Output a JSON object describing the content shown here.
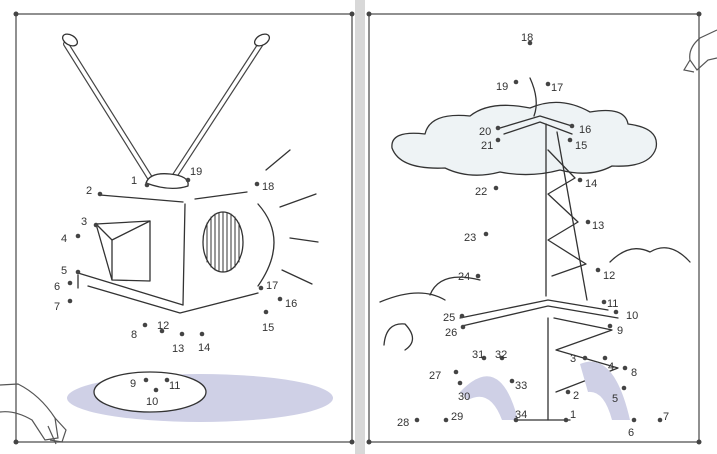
{
  "page_left": {
    "dots": [
      {
        "label": "1"
      },
      {
        "label": "2"
      },
      {
        "label": "3"
      },
      {
        "label": "4"
      },
      {
        "label": "5"
      },
      {
        "label": "6"
      },
      {
        "label": "7"
      },
      {
        "label": "8"
      },
      {
        "label": "9"
      },
      {
        "label": "10"
      },
      {
        "label": "11"
      },
      {
        "label": "12"
      },
      {
        "label": "13"
      },
      {
        "label": "14"
      },
      {
        "label": "15"
      },
      {
        "label": "16"
      },
      {
        "label": "17"
      },
      {
        "label": "18"
      },
      {
        "label": "19"
      }
    ]
  },
  "page_right": {
    "dots": [
      {
        "label": "1"
      },
      {
        "label": "2"
      },
      {
        "label": "3"
      },
      {
        "label": "4"
      },
      {
        "label": "5"
      },
      {
        "label": "6"
      },
      {
        "label": "7"
      },
      {
        "label": "8"
      },
      {
        "label": "9"
      },
      {
        "label": "10"
      },
      {
        "label": "11"
      },
      {
        "label": "12"
      },
      {
        "label": "13"
      },
      {
        "label": "14"
      },
      {
        "label": "15"
      },
      {
        "label": "16"
      },
      {
        "label": "17"
      },
      {
        "label": "18"
      },
      {
        "label": "19"
      },
      {
        "label": "20"
      },
      {
        "label": "21"
      },
      {
        "label": "22"
      },
      {
        "label": "23"
      },
      {
        "label": "24"
      },
      {
        "label": "25"
      },
      {
        "label": "26"
      },
      {
        "label": "27"
      },
      {
        "label": "28"
      },
      {
        "label": "29"
      },
      {
        "label": "30"
      },
      {
        "label": "31"
      },
      {
        "label": "32"
      },
      {
        "label": "33"
      },
      {
        "label": "34"
      }
    ]
  },
  "colors": {
    "line": "#333333",
    "dot": "#444444",
    "shadow": "#cfd0e6",
    "cloud_fill": "#eef3f5",
    "spine": "#bdbdbd"
  },
  "icons": [
    "pencil-hand-icon-left",
    "pencil-hand-icon-right"
  ]
}
